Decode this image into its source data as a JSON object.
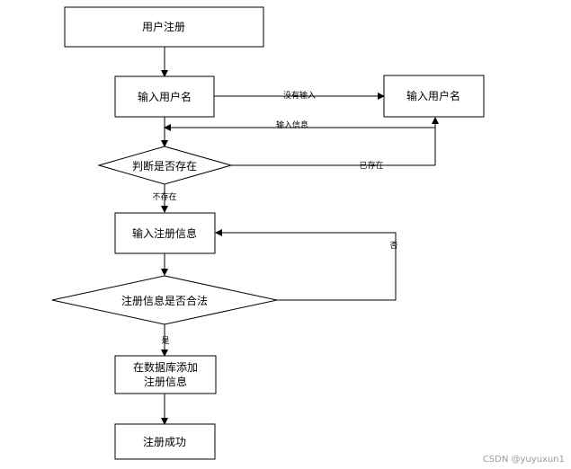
{
  "nodes": {
    "user_register": "用户注册",
    "input_username": "输入用户名",
    "input_username_right": "输入用户名",
    "check_exists": "判断是否存在",
    "input_reg_info": "输入注册信息",
    "check_valid": "注册信息是否合法",
    "db_add_line1": "在数据库添加",
    "db_add_line2": "注册信息",
    "success": "注册成功"
  },
  "edges": {
    "no_input": "没有输入",
    "input_info": "输入信息",
    "exists": "已存在",
    "not_exists": "不存在",
    "no": "否",
    "yes": "是"
  },
  "watermark": "CSDN @yuyuxun1"
}
